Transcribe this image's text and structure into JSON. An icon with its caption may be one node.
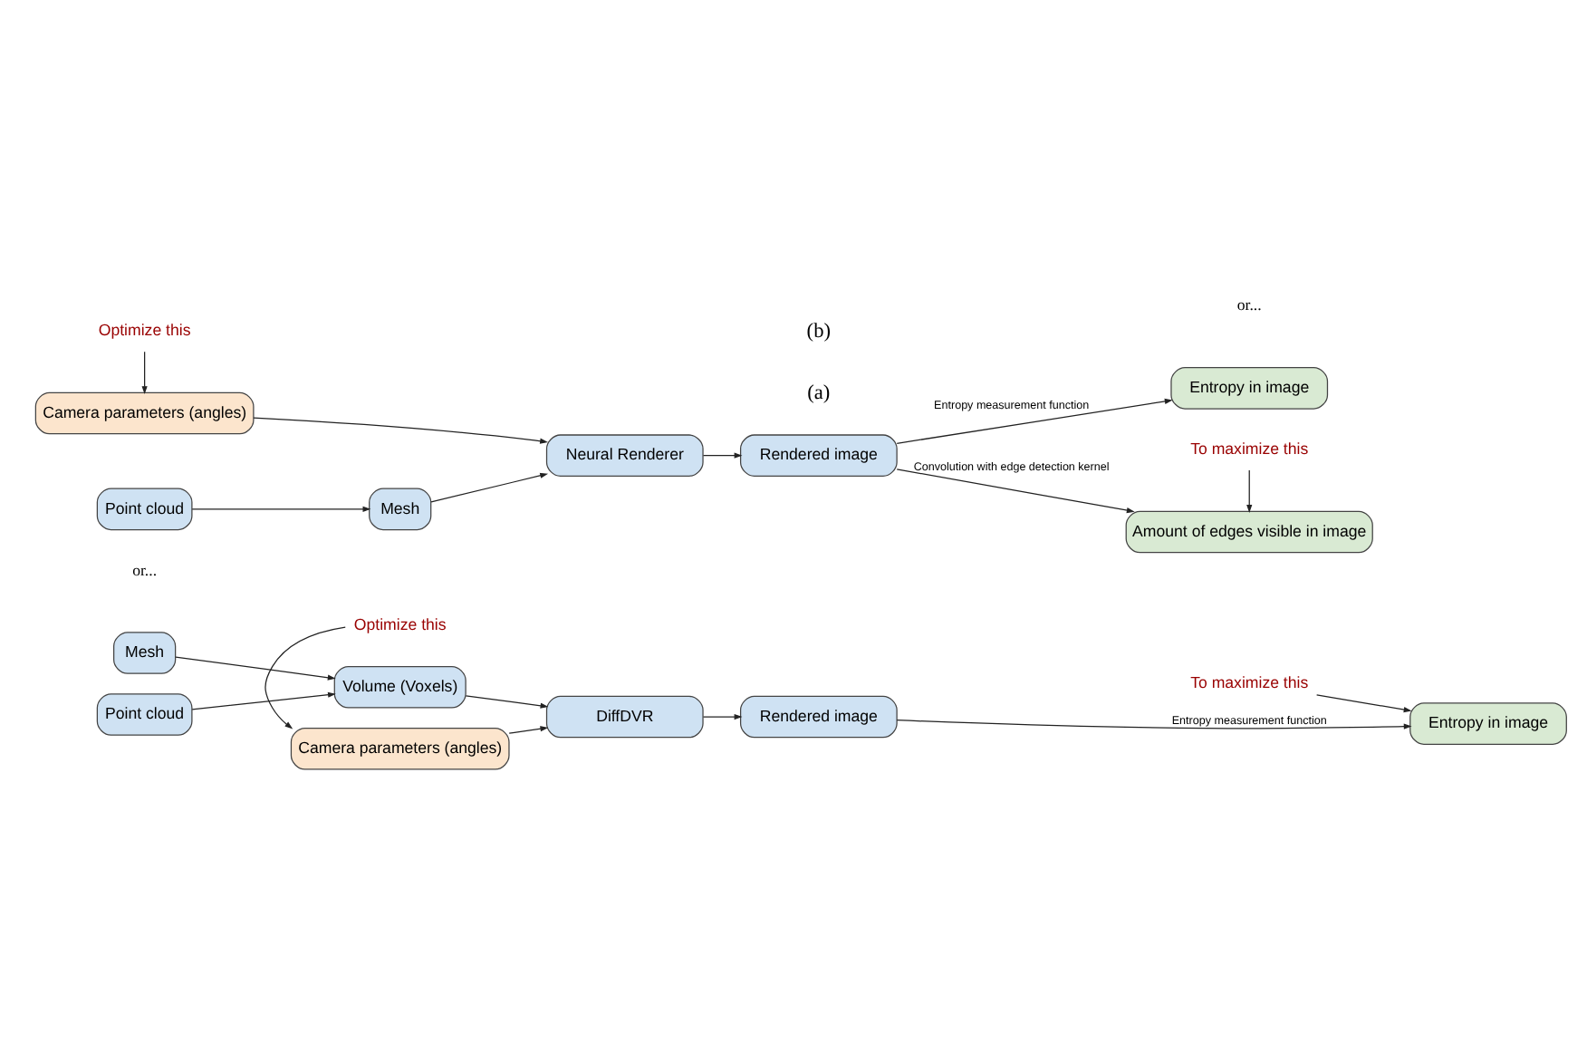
{
  "diagram": {
    "nodes": [
      {
        "text": [
          "Point cloud"
        ]
      },
      {
        "text": [
          "Mesh"
        ]
      },
      {
        "text": [
          "Camera parameters (angles)"
        ]
      },
      {
        "text": [
          "Optimize this"
        ]
      },
      {
        "text": [
          "Neural Renderer"
        ]
      },
      {
        "text": [
          "Rendered image"
        ]
      },
      {
        "text": [
          "Amount of edges visible in image"
        ]
      },
      {
        "text": [
          "To maximize this"
        ]
      },
      {
        "text": [
          "Entropy in image"
        ]
      },
      {
        "text": [
          "Mesh"
        ]
      },
      {
        "text": [
          "Point cloud"
        ]
      },
      {
        "text": [
          "Volume (Voxels)"
        ]
      },
      {
        "text": [
          "Camera parameters (angles)"
        ]
      },
      {
        "text": [
          "Optimize this"
        ]
      },
      {
        "text": [
          "DiffDVR"
        ]
      },
      {
        "text": [
          "Rendered image"
        ]
      },
      {
        "text": [
          "Entropy in image"
        ]
      },
      {
        "text": [
          "To maximize this"
        ]
      }
    ],
    "edges": [
      {
        "from": 0,
        "to": 1,
        "arrow": "to"
      },
      {
        "from": 1,
        "to": 4,
        "arrow": "to"
      },
      {
        "from": 2,
        "to": 4,
        "arrow": "to"
      },
      {
        "from": 3,
        "to": 2,
        "arrow": "to"
      },
      {
        "from": 4,
        "to": 5,
        "arrow": "to"
      },
      {
        "from": 5,
        "to": 6,
        "arrow": "to",
        "label": "Convolution with edge detection kernel"
      },
      {
        "from": 5,
        "to": 8,
        "arrow": "to",
        "label": "Entropy measurement function"
      },
      {
        "from": 7,
        "to": 6,
        "arrow": "to"
      },
      {
        "from": 9,
        "to": 11,
        "arrow": "to"
      },
      {
        "from": 10,
        "to": 11,
        "arrow": "to"
      },
      {
        "from": 11,
        "to": 14,
        "arrow": "to"
      },
      {
        "from": 12,
        "to": 14,
        "arrow": "to"
      },
      {
        "from": 13,
        "to": 12,
        "arrow": "to"
      },
      {
        "from": 14,
        "to": 15,
        "arrow": "to"
      },
      {
        "from": 15,
        "to": 16,
        "arrow": "to",
        "label": "Entropy measurement function"
      },
      {
        "from": 17,
        "to": 16,
        "arrow": "to"
      }
    ],
    "labels": [
      "or...",
      "(a)",
      "or...",
      "(b)"
    ]
  }
}
